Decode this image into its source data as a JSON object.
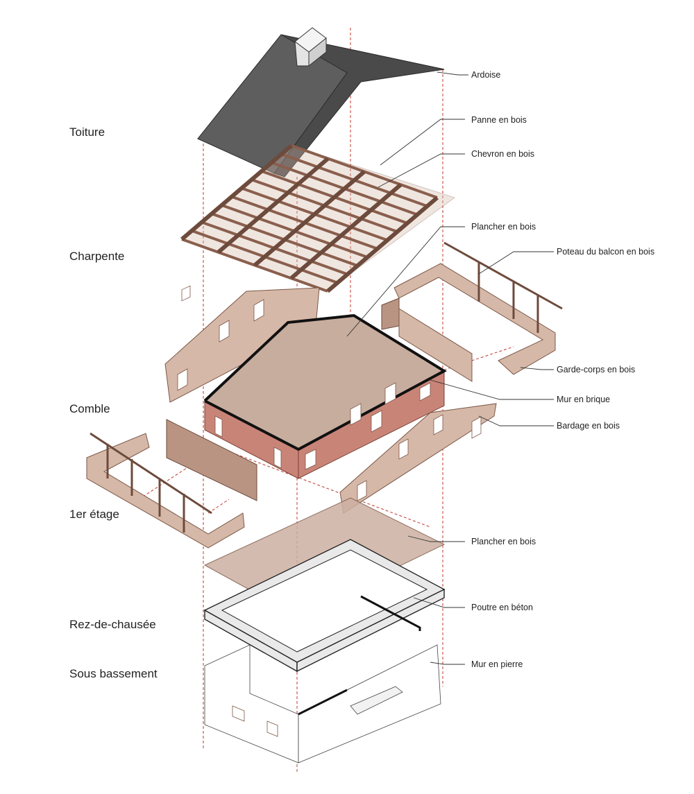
{
  "levels": [
    {
      "label": "Toiture"
    },
    {
      "label": "Charpente"
    },
    {
      "label": "Comble"
    },
    {
      "label": "1er étage"
    },
    {
      "label": "Rez-de-chausée"
    },
    {
      "label": "Sous bassement"
    }
  ],
  "callouts": [
    {
      "label": "Ardoise"
    },
    {
      "label": "Panne en bois"
    },
    {
      "label": "Chevron en bois"
    },
    {
      "label": "Plancher en bois"
    },
    {
      "label": "Poteau du balcon en bois"
    },
    {
      "label": "Garde-corps en bois"
    },
    {
      "label": "Mur en brique"
    },
    {
      "label": "Bardage en bois"
    },
    {
      "label": "Plancher en bois"
    },
    {
      "label": "Poutre en béton"
    },
    {
      "label": "Mur en pierre"
    }
  ],
  "colors": {
    "slate": "#5e5e5e",
    "wood": "#d6b8a8",
    "brick": "#c98478",
    "guide": "#c0392b",
    "concrete": "#e9e9e9"
  }
}
